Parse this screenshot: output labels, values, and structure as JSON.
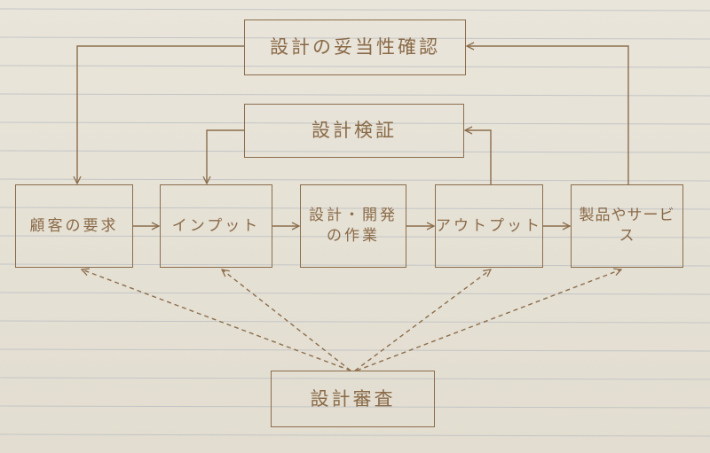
{
  "diagram": {
    "validation": "設計の妥当性確認",
    "verification": "設計検証",
    "customer_requirements": "顧客の要求",
    "input": "インプット",
    "design_work_line1": "設計・開発",
    "design_work_line2": "の作業",
    "output": "アウトプット",
    "products": "製品やサービス",
    "review": "設計審査"
  },
  "colors": {
    "ink": "#8c6e4c",
    "paper": "#e6e1d5",
    "rule": "#c3c5c6"
  }
}
